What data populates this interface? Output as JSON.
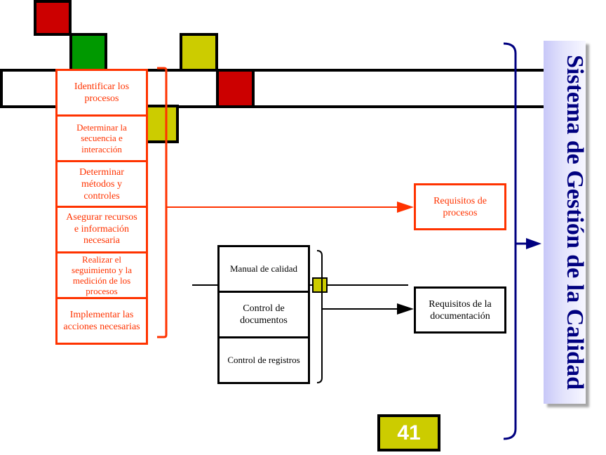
{
  "colors": {
    "red": "#cc0000",
    "green": "#009900",
    "olive": "#cccc00",
    "process_red": "#ff3300",
    "navy": "#000080"
  },
  "process_steps": [
    {
      "label": "Identificar los procesos"
    },
    {
      "label": "Determinar la secuencia e interacción"
    },
    {
      "label": "Determinar métodos y controles"
    },
    {
      "label": "Asegurar recursos e información necesaria"
    },
    {
      "label": "Realizar el seguimiento y la medición de los procesos"
    },
    {
      "label": "Implementar las acciones necesarias"
    }
  ],
  "process_requirements": {
    "label": "Requisitos de procesos"
  },
  "documentation_items": [
    {
      "label": "Manual de calidad"
    },
    {
      "label": "Control de documentos"
    },
    {
      "label": "Control de registros"
    }
  ],
  "documentation_requirements": {
    "label": "Requisitos de la documentación"
  },
  "system_title": "Sistema de Gestión de la Calidad",
  "page_number": "41"
}
